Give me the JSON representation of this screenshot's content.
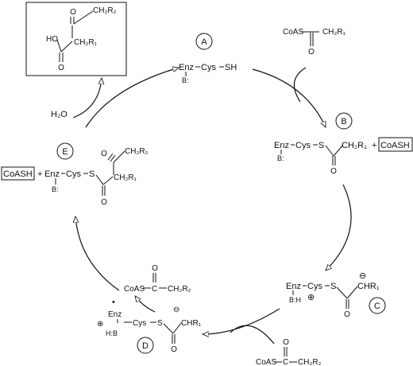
{
  "labels": {
    "A": "A",
    "B": "B",
    "C": "C",
    "D": "D",
    "E": "E"
  },
  "atoms": {
    "enz": "Enz",
    "cys": "Cys",
    "sh": "SH",
    "s": "S",
    "o": "O",
    "c": "C",
    "b_base": "B:",
    "b_plain": "B",
    "h": "H",
    "ho": "HO",
    "coas": "CoAS",
    "coash": "CoASH",
    "water": "H₂O",
    "ch2r1": "CH₂R₁",
    "ch2r2": "CH₂R₂",
    "chr1": "CHR₁",
    "plus": "+",
    "plus_charge": "⊕",
    "minus_charge": "⊖",
    "radical": "•"
  },
  "colors": {
    "line": "#111111",
    "background": "#ffffff"
  }
}
